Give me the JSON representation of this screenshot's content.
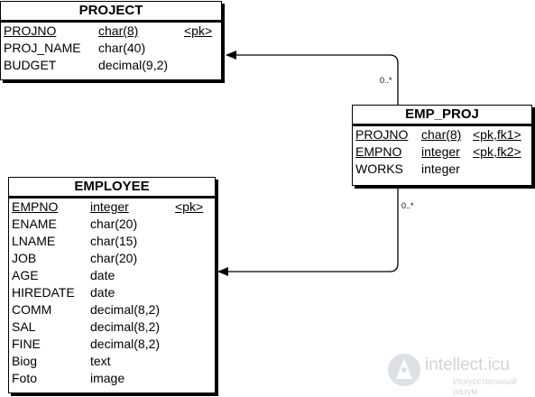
{
  "entities": {
    "project": {
      "title": "PROJECT",
      "rows": [
        {
          "name": "PROJNO",
          "type": "char(8)",
          "key": "<pk>",
          "underline_name": true,
          "underline_type": true,
          "underline_key": true
        },
        {
          "name": "PROJ_NAME",
          "type": "char(40)",
          "key": ""
        },
        {
          "name": "BUDGET",
          "type": "decimal(9,2)",
          "key": ""
        }
      ]
    },
    "emp_proj": {
      "title": "EMP_PROJ",
      "rows": [
        {
          "name": "PROJNO",
          "type": "char(8)",
          "key": "<pk,fk1>",
          "underline_name": true,
          "underline_type": true,
          "underline_key": true
        },
        {
          "name": "EMPNO",
          "type": "integer",
          "key": "<pk,fk2>",
          "underline_name": true,
          "underline_type": true,
          "underline_key": true
        },
        {
          "name": "WORKS",
          "type": "integer",
          "key": ""
        }
      ]
    },
    "employee": {
      "title": "EMPLOYEE",
      "rows": [
        {
          "name": "EMPNO",
          "type": "integer",
          "key": "<pk>",
          "underline_name": true,
          "underline_type": true,
          "underline_key": true
        },
        {
          "name": "ENAME",
          "type": "char(20)",
          "key": ""
        },
        {
          "name": "LNAME",
          "type": "char(15)",
          "key": ""
        },
        {
          "name": "JOB",
          "type": "char(20)",
          "key": ""
        },
        {
          "name": "AGE",
          "type": "date",
          "key": ""
        },
        {
          "name": "HIREDATE",
          "type": "date",
          "key": ""
        },
        {
          "name": "COMM",
          "type": "decimal(8,2)",
          "key": ""
        },
        {
          "name": "SAL",
          "type": "decimal(8,2)",
          "key": ""
        },
        {
          "name": "FINE",
          "type": "decimal(8,2)",
          "key": ""
        },
        {
          "name": "Biog",
          "type": "text",
          "key": ""
        },
        {
          "name": "Foto",
          "type": "image",
          "key": ""
        }
      ]
    }
  },
  "relationships": [
    {
      "from": "EMP_PROJ",
      "to": "PROJECT",
      "cardinality": "0..*"
    },
    {
      "from": "EMP_PROJ",
      "to": "EMPLOYEE",
      "cardinality": "0..*"
    }
  ],
  "watermark": {
    "text": "intellect.icu",
    "subtext": "Искусственный разум"
  },
  "colors": {
    "line": "#000000",
    "watermark": "#cfd3d8"
  }
}
